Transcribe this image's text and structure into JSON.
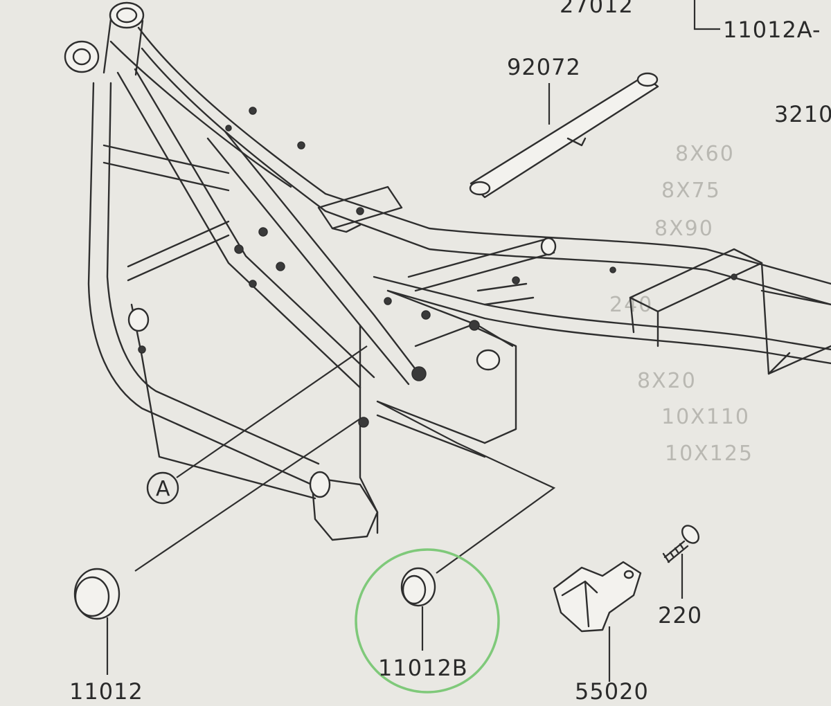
{
  "parts": {
    "p11012": {
      "number": "11012"
    },
    "p11012B": {
      "number": "11012B",
      "highlighted": true
    },
    "p55020": {
      "number": "55020"
    },
    "p220": {
      "number": "220"
    },
    "p92072": {
      "number": "92072"
    }
  },
  "cropped_labels": {
    "top_left": "27012",
    "top_right": "11012A-",
    "right_edge": "3210"
  },
  "reference_marker": {
    "letter": "A"
  },
  "background_text": {
    "rows": [
      "8X60",
      "8X75",
      "8X90",
      "240",
      "8X20",
      "10X110",
      "10X125"
    ]
  },
  "colors": {
    "paper": "#e9e8e3",
    "ink": "#2e2e2e",
    "highlight_ring": "#7fc97a"
  }
}
